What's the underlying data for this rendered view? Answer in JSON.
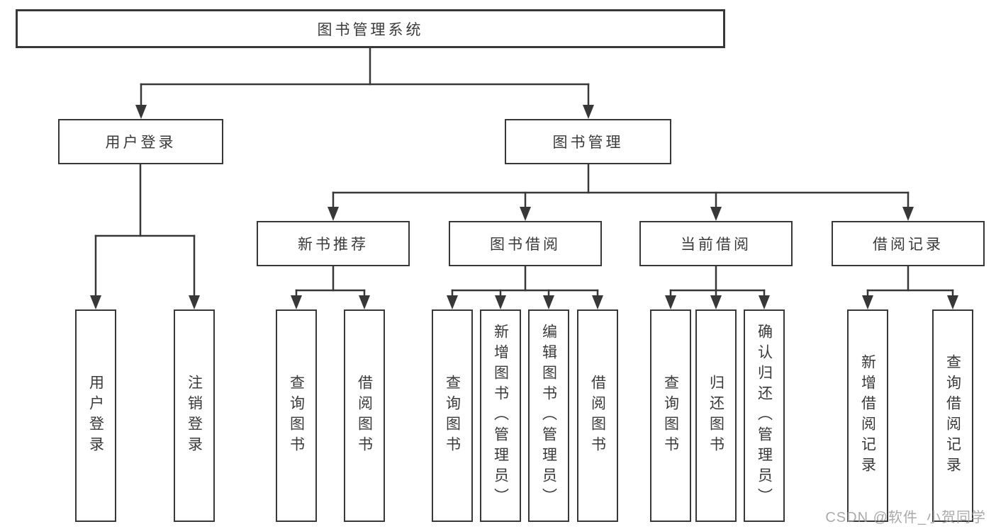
{
  "tree": {
    "root": "图书管理系统",
    "level2": [
      {
        "label": "用户登录",
        "children": [
          "用户登录",
          "注销登录"
        ]
      },
      {
        "label": "图书管理",
        "children": [
          {
            "label": "新书推荐",
            "children": [
              "查询图书",
              "借阅图书"
            ]
          },
          {
            "label": "图书借阅",
            "children": [
              "查询图书",
              "新增图书（管理员）",
              "编辑图书（管理员）",
              "借阅图书"
            ]
          },
          {
            "label": "当前借阅",
            "children": [
              "查询图书",
              "归还图书",
              "确认归还（管理员）"
            ]
          },
          {
            "label": "借阅记录",
            "children": [
              "新增借阅记录",
              "查询借阅记录"
            ]
          }
        ]
      }
    ]
  },
  "watermark": "CSDN @软件_小贺同学",
  "colors": {
    "line": "#383838",
    "text": "#3a3a3a",
    "watermark": "#9c9c9c",
    "background": "#ffffff"
  }
}
